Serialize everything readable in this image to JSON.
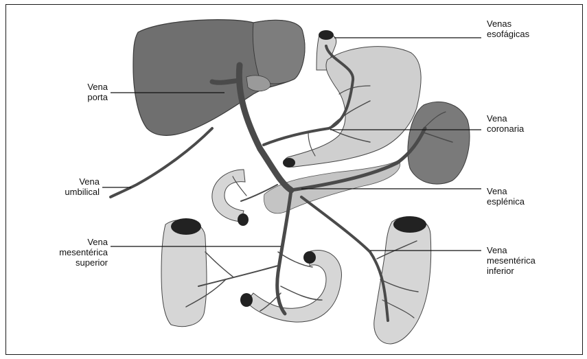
{
  "labels": {
    "venas_esofagicas": {
      "line1": "Venas",
      "line2": "esofágicas"
    },
    "vena_porta": {
      "line1": "Vena",
      "line2": "porta"
    },
    "vena_coronaria": {
      "line1": "Vena",
      "line2": "coronaria"
    },
    "vena_umbilical": {
      "line1": "Vena",
      "line2": "umbilical"
    },
    "vena_esplenica": {
      "line1": "Vena",
      "line2": "esplénica"
    },
    "vena_mesenterica_superior": {
      "line1": "Vena",
      "line2": "mesentérica",
      "line3": "superior"
    },
    "vena_mesenterica_inferior": {
      "line1": "Vena",
      "line2": "mesentérica",
      "line3": "inferior"
    }
  },
  "colors": {
    "liver": "#6f6f6f",
    "liver_light": "#8b8b8b",
    "stomach": "#cfcfcf",
    "spleen": "#7a7a7a",
    "intestine": "#d6d6d6",
    "pancreas": "#c4c4c4",
    "vein": "#4a4a4a",
    "line": "#111111"
  }
}
